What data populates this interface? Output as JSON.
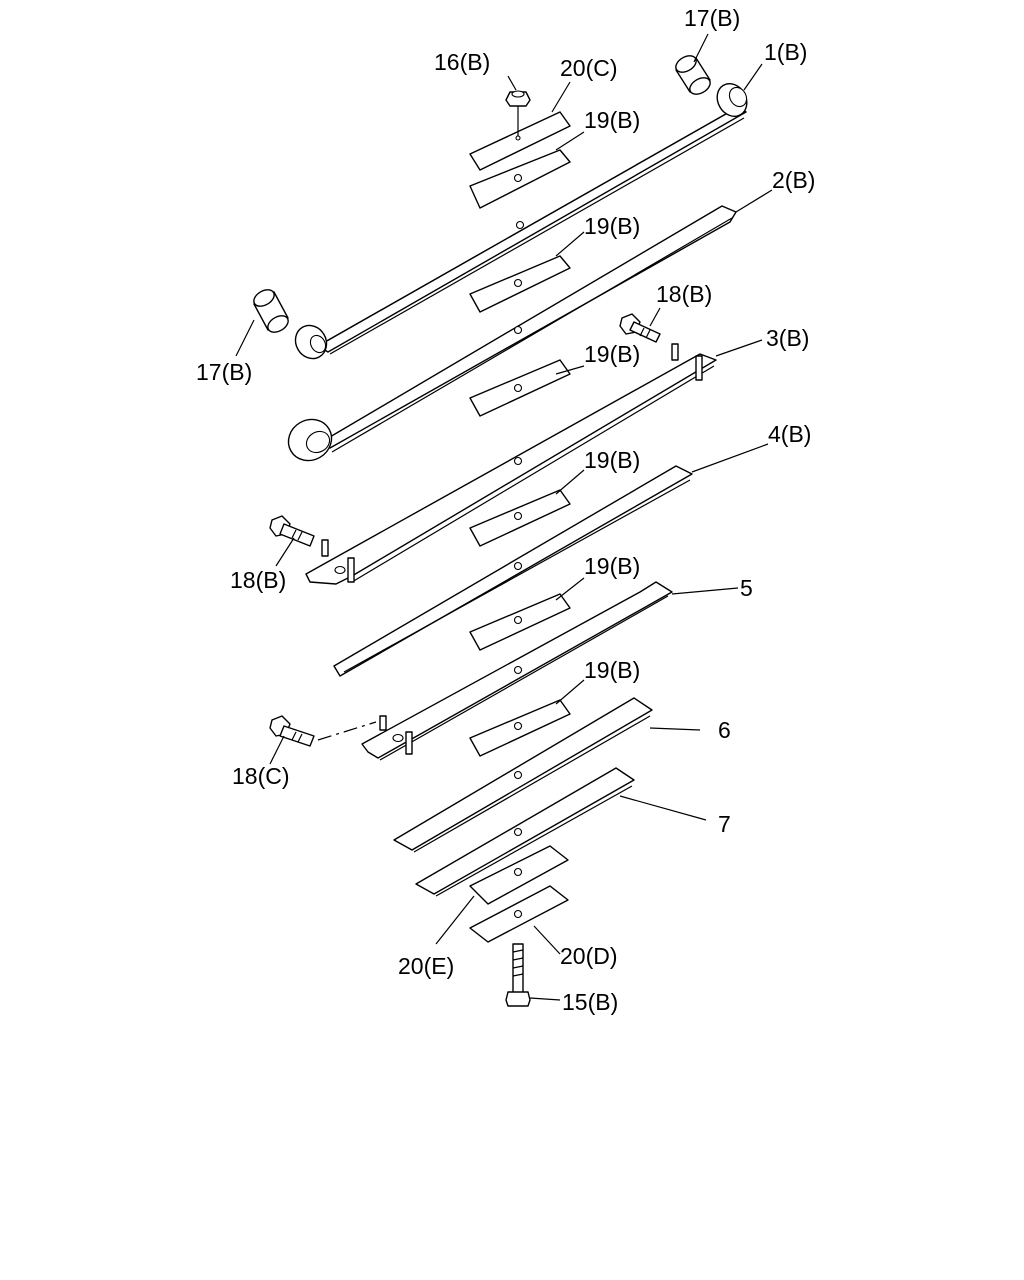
{
  "labels": {
    "l17b_top": "17(B)",
    "l1b": "1(B)",
    "l16b": "16(B)",
    "l20c": "20(C)",
    "l19b_1": "19(B)",
    "l2b": "2(B)",
    "l19b_2": "19(B)",
    "l18b_top": "18(B)",
    "l17b_left": "17(B)",
    "l3b": "3(B)",
    "l19b_3": "19(B)",
    "l4b": "4(B)",
    "l19b_4": "19(B)",
    "l18b_left": "18(B)",
    "l19b_5": "19(B)",
    "l5": "5",
    "l19b_6": "19(B)",
    "l6": "6",
    "l18c": "18(C)",
    "l7": "7",
    "l20e": "20(E)",
    "l20d": "20(D)",
    "l15b": "15(B)"
  }
}
